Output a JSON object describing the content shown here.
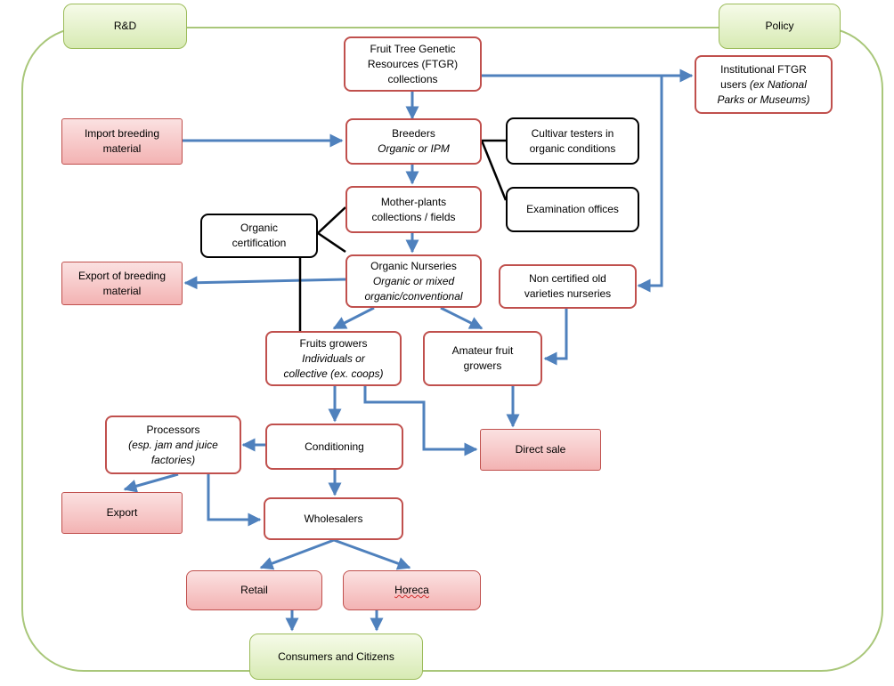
{
  "domain_labels": {
    "rd": "R&D",
    "policy": "Policy"
  },
  "nodes": {
    "ftgr_collections": [
      "Fruit Tree Genetic",
      "Resources (FTGR)",
      "collections"
    ],
    "institutional_users": {
      "line1": "Institutional  FTGR",
      "line2_plain": "users ",
      "line2_italic": "(ex National",
      "line3_italic": "Parks or Museums)"
    },
    "import_breeding": [
      "Import breeding",
      "material"
    ],
    "breeders": {
      "title": "Breeders",
      "subtitle": "Organic or IPM"
    },
    "cultivar_testers": [
      "Cultivar testers in",
      "organic conditions"
    ],
    "examination_offices": "Examination offices",
    "mother_plants": [
      "Mother-plants",
      "collections / fields"
    ],
    "organic_certification": [
      "Organic",
      "certification"
    ],
    "export_breeding": [
      "Export of breeding",
      "material"
    ],
    "organic_nurseries": {
      "title": "Organic Nurseries",
      "subtitle": [
        "Organic or mixed",
        "organic/conventional"
      ]
    },
    "non_certified": [
      "Non certified old",
      "varieties nurseries"
    ],
    "fruit_growers": {
      "title": "Fruits growers",
      "subtitle": [
        "Individuals or",
        "collective (ex. coops)"
      ]
    },
    "amateur_growers": [
      "Amateur fruit",
      "growers"
    ],
    "processors": {
      "title": "Processors",
      "subtitle": [
        "(esp. jam and juice",
        "factories)"
      ]
    },
    "conditioning": "Conditioning",
    "direct_sale": "Direct sale",
    "export": "Export",
    "wholesalers": "Wholesalers",
    "retail": "Retail",
    "horeca": "Horeca",
    "consumers": "Consumers and Citizens"
  },
  "colors": {
    "frame": "#a9c77a",
    "arrow": "#4f81bd",
    "red_border": "#c0504d",
    "red_fill": "#f3b3b3",
    "green_fill": "#d7eab3",
    "black_border": "#000000"
  }
}
